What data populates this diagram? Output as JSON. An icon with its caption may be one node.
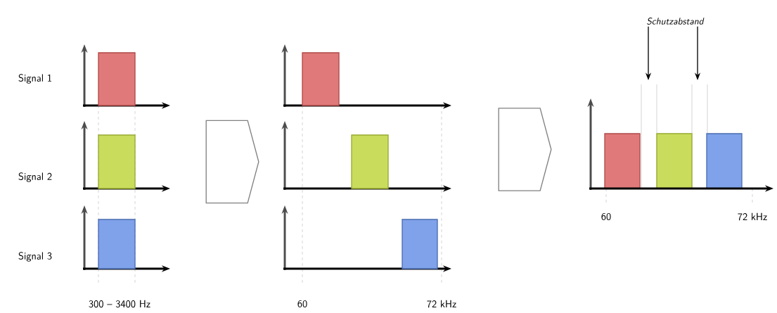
{
  "diagram": {
    "nodes": [
      {
        "text": [],
        "shape": "picture"
      },
      {
        "text": [],
        "shape": "picture"
      },
      {
        "text": [],
        "shape": "picture"
      },
      {
        "text": [
          "Schutzabstand"
        ]
      }
    ],
    "edges": [
      {
        "from": 0,
        "to": 1,
        "arrow": "to"
      },
      {
        "from": 1,
        "to": 2,
        "arrow": "to"
      },
      {
        "from": 3,
        "to": 2,
        "arrow": "to"
      },
      {
        "from": 3,
        "to": 2,
        "arrow": "to"
      }
    ],
    "labels": [
      "Signal 1",
      "Signal 2",
      "Signal 3",
      "300 – 3400 Hz",
      "60",
      "72 kHz",
      "60",
      "72 kHz"
    ]
  }
}
